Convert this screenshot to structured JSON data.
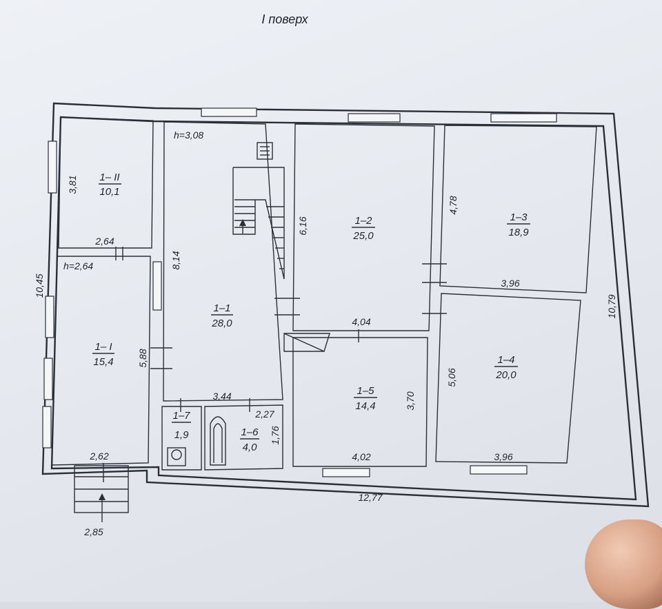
{
  "title": "I поверх",
  "rooms": [
    {
      "key": "r1_11",
      "id": "1– II",
      "area": "10,1"
    },
    {
      "key": "r1_1a",
      "id": "1– I",
      "area": "15,4"
    },
    {
      "key": "r1_1",
      "id": "1–1",
      "area": "28,0"
    },
    {
      "key": "r1_2",
      "id": "1–2",
      "area": "25,0"
    },
    {
      "key": "r1_3",
      "id": "1–3",
      "area": "18,9"
    },
    {
      "key": "r1_4",
      "id": "1–4",
      "area": "20,0"
    },
    {
      "key": "r1_5",
      "id": "1–5",
      "area": "14,4"
    },
    {
      "key": "r1_6",
      "id": "1–6",
      "area": "4,0"
    },
    {
      "key": "r1_7",
      "id": "1–7",
      "area": "1,9"
    }
  ],
  "heights": {
    "left": "h=2,64",
    "hall": "h=3,08"
  },
  "dims": {
    "d381": "3,81",
    "d264": "2,64",
    "d1045": "10,45",
    "d588": "5,88",
    "d262": "2,62",
    "d285": "2,85",
    "d814": "8,14",
    "d344": "3,44",
    "d227": "2,27",
    "d176": "1,76",
    "d616": "6,16",
    "d404": "4,04",
    "d370": "3,70",
    "d402": "4,02",
    "d478": "4,78",
    "d396a": "3,96",
    "d506": "5,06",
    "d396b": "3,96",
    "d1079": "10,79",
    "d1277": "12,77"
  }
}
